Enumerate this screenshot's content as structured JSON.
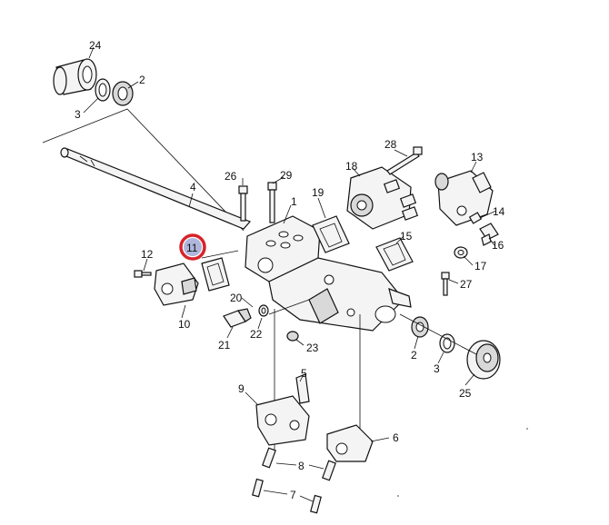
{
  "callouts": [
    {
      "id": "c24a",
      "text": "24"
    },
    {
      "id": "c2a",
      "text": "2"
    },
    {
      "id": "c3a",
      "text": "3"
    },
    {
      "id": "c4",
      "text": "4"
    },
    {
      "id": "c26",
      "text": "26"
    },
    {
      "id": "c29",
      "text": "29"
    },
    {
      "id": "c1",
      "text": "1"
    },
    {
      "id": "c19",
      "text": "19"
    },
    {
      "id": "c18",
      "text": "18"
    },
    {
      "id": "c28",
      "text": "28"
    },
    {
      "id": "c13",
      "text": "13"
    },
    {
      "id": "c14",
      "text": "14"
    },
    {
      "id": "c16",
      "text": "16"
    },
    {
      "id": "c15",
      "text": "15"
    },
    {
      "id": "c17",
      "text": "17"
    },
    {
      "id": "c27",
      "text": "27"
    },
    {
      "id": "c11",
      "text": "11"
    },
    {
      "id": "c12",
      "text": "12"
    },
    {
      "id": "c10",
      "text": "10"
    },
    {
      "id": "c20",
      "text": "20"
    },
    {
      "id": "c21",
      "text": "21"
    },
    {
      "id": "c22",
      "text": "22"
    },
    {
      "id": "c23",
      "text": "23"
    },
    {
      "id": "c2b",
      "text": "2"
    },
    {
      "id": "c3b",
      "text": "3"
    },
    {
      "id": "c25",
      "text": "25"
    },
    {
      "id": "c9",
      "text": "9"
    },
    {
      "id": "c5",
      "text": "5"
    },
    {
      "id": "c6",
      "text": "6"
    },
    {
      "id": "c8",
      "text": "8"
    },
    {
      "id": "c7",
      "text": "7"
    }
  ],
  "highlight": {
    "callout": "11",
    "ring_color": "#d8232a",
    "fill_color": "#aeb6dc"
  }
}
